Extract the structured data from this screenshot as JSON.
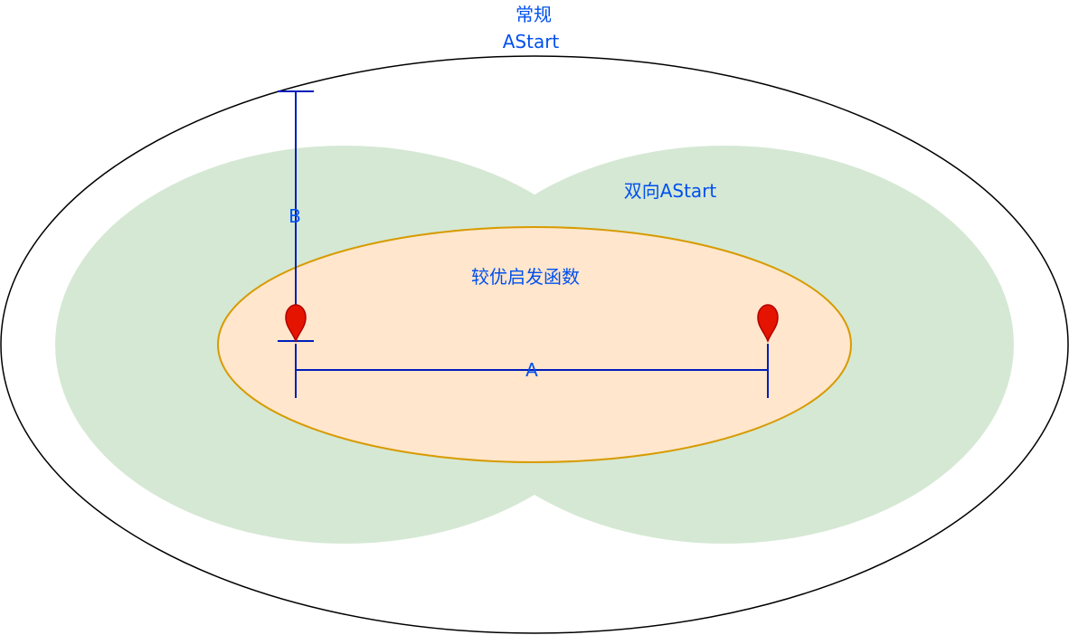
{
  "labels": {
    "regular_line1": "常规",
    "regular_line2": "AStart",
    "bidirectional": "双向AStart",
    "better_heuristic": "较优启发函数",
    "measure_a": "A",
    "measure_b": "B"
  },
  "colors": {
    "text": "#0050ef",
    "measure_line": "#001dbc",
    "outer_stroke": "#000000",
    "green_fill": "#d5e8d4",
    "orange_fill": "#ffe6cc",
    "orange_stroke": "#d79b00",
    "marker_fill": "#e51400",
    "marker_stroke": "#b20000"
  },
  "icons": {
    "start": "map-pin-icon",
    "goal": "map-pin-icon"
  }
}
